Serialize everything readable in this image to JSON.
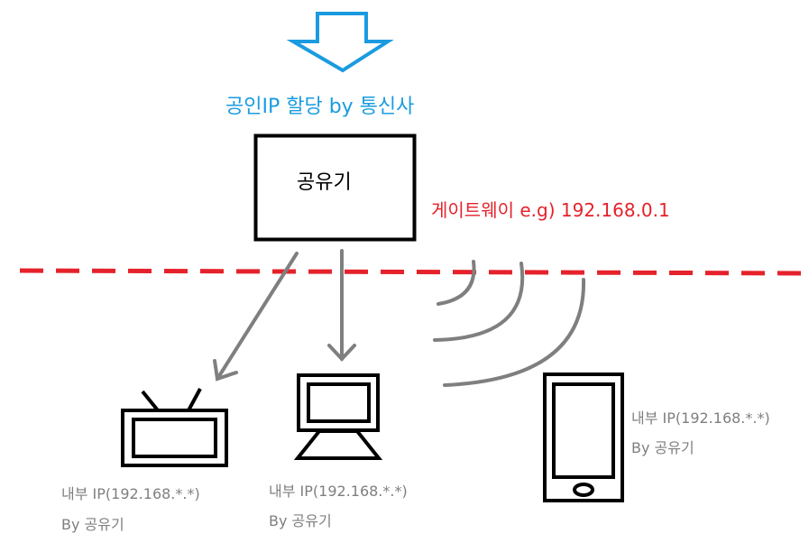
{
  "colors": {
    "isp": "#1a9be0",
    "gateway": "#e5222b",
    "device_text": "#7f7f7f",
    "arrow": "#7f7f7f",
    "outline": "#000000"
  },
  "icons": {
    "isp_arrow": "down-arrow-outline-icon",
    "router": "router-box",
    "tv": "tv-icon",
    "pc": "desktop-monitor-icon",
    "phone": "smartphone-icon",
    "wifi": "wifi-waves-icon"
  },
  "labels": {
    "isp_assignment": "공인IP 할당 by 통신사",
    "router": "공유기",
    "gateway": "게이트웨이 e.g) 192.168.0.1"
  },
  "devices": {
    "tv": {
      "ip": "내부 IP(192.168.*.*)",
      "by": "By 공유기"
    },
    "pc": {
      "ip": "내부 IP(192.168.*.*)",
      "by": "By 공유기"
    },
    "phone": {
      "ip": "내부 IP(192.168.*.*)",
      "by": "By 공유기"
    }
  }
}
